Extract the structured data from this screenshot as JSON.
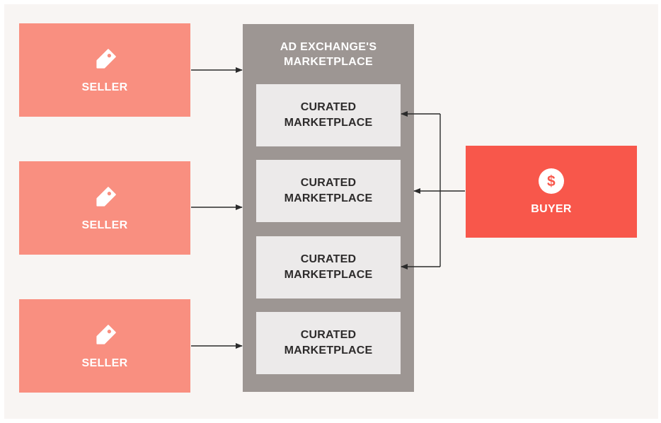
{
  "exchange": {
    "title_line1": "AD EXCHANGE'S",
    "title_line2": "MARKETPLACE"
  },
  "sellers": [
    {
      "label": "SELLER",
      "icon": "price-tag-icon"
    },
    {
      "label": "SELLER",
      "icon": "price-tag-icon"
    },
    {
      "label": "SELLER",
      "icon": "price-tag-icon"
    }
  ],
  "curated": [
    {
      "line1": "CURATED",
      "line2": "MARKETPLACE"
    },
    {
      "line1": "CURATED",
      "line2": "MARKETPLACE"
    },
    {
      "line1": "CURATED",
      "line2": "MARKETPLACE"
    },
    {
      "line1": "CURATED",
      "line2": "MARKETPLACE"
    }
  ],
  "buyer": {
    "label": "BUYER",
    "icon": "dollar-circle-icon"
  },
  "colors": {
    "background": "#f8f5f3",
    "seller": "#f98f80",
    "buyer": "#f8574b",
    "exchange": "#9d9693",
    "curated": "#eceaea",
    "curated_text": "#2d2b2b",
    "arrow": "#2b2b2b"
  }
}
